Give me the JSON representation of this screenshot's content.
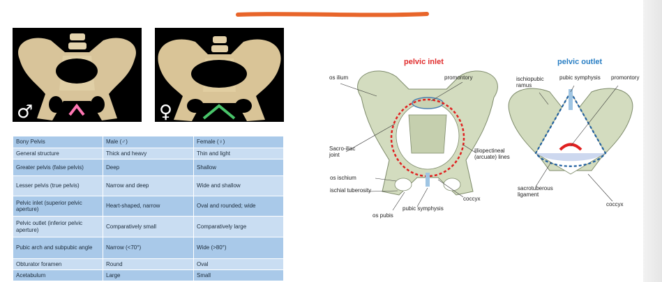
{
  "colors": {
    "accent_line": "#e8652a",
    "inlet_title": "#e02b2b",
    "outlet_title": "#2a7fc4",
    "table_row_dark": "#a9c9e9",
    "table_row_light": "#c9ddf2",
    "inlet_dash": "#e02020",
    "outlet_dash": "#1f5f9f",
    "bone": "#d3dcbf"
  },
  "photos": {
    "male": {
      "symbol": "♂",
      "arch_color": "#ff77b3"
    },
    "female": {
      "symbol": "♀",
      "arch_color": "#49c46a"
    }
  },
  "table": {
    "headers": [
      "Bony Pelvis",
      "Male (♂)",
      "Female (♀)"
    ],
    "rows": [
      [
        "General structure",
        "Thick and heavy",
        "Thin and light"
      ],
      [
        "Greater pelvis (false pelvis)",
        "Deep",
        "Shallow"
      ],
      [
        "Lesser pelvis (true pelvis)",
        "Narrow and deep",
        "Wide and shallow"
      ],
      [
        "Pelvic inlet (superior pelvic aperture)",
        "Heart-shaped, narrow",
        "Oval and rounded; wide"
      ],
      [
        "Pelvic outlet (inferior pelvic aperture)",
        "Comparatively small",
        "Comparatively large"
      ],
      [
        "Pubic arch and subpubic angle",
        "Narrow (<70°)",
        "Wide (>80°)"
      ],
      [
        "Obturator foramen",
        "Round",
        "Oval"
      ],
      [
        "Acetabulum",
        "Large",
        "Small"
      ]
    ]
  },
  "inlet": {
    "title": "pelvic inlet",
    "labels": {
      "os_ilium": "os ilium",
      "promontory": "promontory",
      "sacroiliac": "Sacro-iliac joint",
      "iliopectineal": "illiopectineal (arcuate) lines",
      "os_ischium": "os ischium",
      "ischial_tuberosity": "ischial tuberosity",
      "pubic_symphysis": "pubic symphysis",
      "coccyx": "coccyx",
      "os_pubis": "os pubis"
    }
  },
  "outlet": {
    "title": "pelvic outlet",
    "labels": {
      "ischiopubic": "ischiopubic ramus",
      "pubic_symphysis": "pubic symphysis",
      "promontory": "promontory",
      "sacrotuberous": "sacrotuberous ligament",
      "coccyx": "coccyx"
    }
  }
}
